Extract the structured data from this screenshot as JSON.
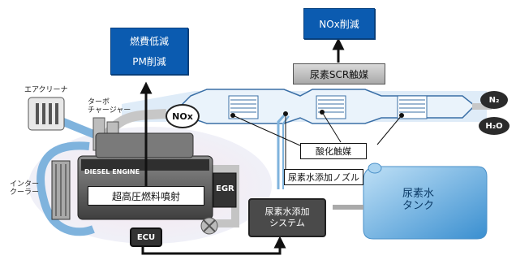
{
  "labels": {
    "fuel_pm": [
      "燃費低減",
      "PM削減"
    ],
    "nox_reduction": "NOx削減",
    "urea_scr": "尿素SCR触媒",
    "air_cleaner": "エアクリーナ",
    "turbo": [
      "ターボ",
      "チャージャー"
    ],
    "intercooler": [
      "インター",
      "クーラー"
    ],
    "engine": "DIESEL ENGINE",
    "injection": "超高圧燃料噴射",
    "egr": "EGR",
    "ecu": "ECU",
    "nox": "NOx",
    "n2": "N₂",
    "h2o": "H₂O",
    "oxidation_cat": "酸化触媒",
    "urea_nozzle": "尿素水添加ノズル",
    "urea_system": [
      "尿素水添加",
      "システム"
    ],
    "urea_tank": [
      "尿素水",
      "タンク"
    ]
  },
  "colors": {
    "box_blue": "#0b5bb0",
    "exhaust_blue": "#cfe4f6",
    "tank_blue": "#6ab2e4",
    "engine_glow": "#f6dde6"
  }
}
